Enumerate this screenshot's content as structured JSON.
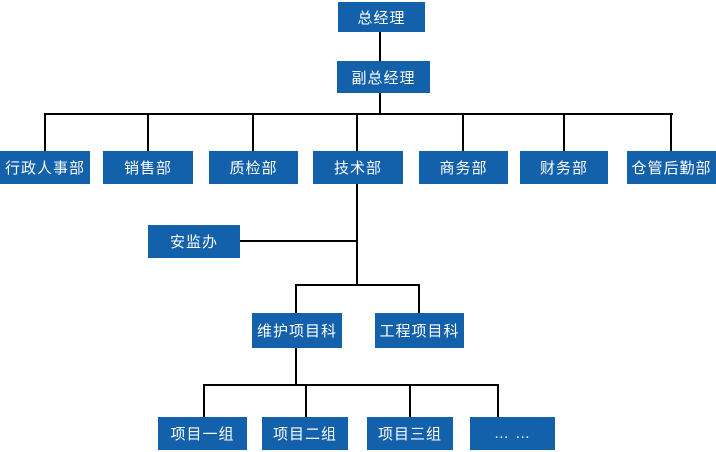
{
  "palette": {
    "box_bg": "#1360AB",
    "box_text": "#FFFFFF",
    "line_color": "#000000",
    "page_bg": "#FFFFFF"
  },
  "nodes": {
    "general_manager": {
      "label": "总经理"
    },
    "deputy_general_manager": {
      "label": "副总经理"
    },
    "admin_hr": {
      "label": "行政人事部"
    },
    "sales": {
      "label": "销售部"
    },
    "quality_inspection": {
      "label": "质检部"
    },
    "technology": {
      "label": "技术部"
    },
    "commerce": {
      "label": "商务部"
    },
    "finance": {
      "label": "财务部"
    },
    "warehouse_logistics": {
      "label": "仓管后勤部"
    },
    "safety_supervision_office": {
      "label": "安监办"
    },
    "maintenance_project_section": {
      "label": "维护项目科"
    },
    "engineering_project_section": {
      "label": "工程项目科"
    },
    "project_group_1": {
      "label": "项目一组"
    },
    "project_group_2": {
      "label": "项目二组"
    },
    "project_group_3": {
      "label": "项目三组"
    },
    "more_groups": {
      "label": "…  …"
    }
  },
  "hierarchy": {
    "总经理": [
      "副总经理"
    ],
    "副总经理": [
      "行政人事部",
      "销售部",
      "质检部",
      "技术部",
      "商务部",
      "财务部",
      "仓管后勤部"
    ],
    "技术部": [
      "安监办",
      "维护项目科",
      "工程项目科"
    ],
    "维护项目科": [
      "项目一组",
      "项目二组",
      "项目三组",
      "…  …"
    ]
  }
}
